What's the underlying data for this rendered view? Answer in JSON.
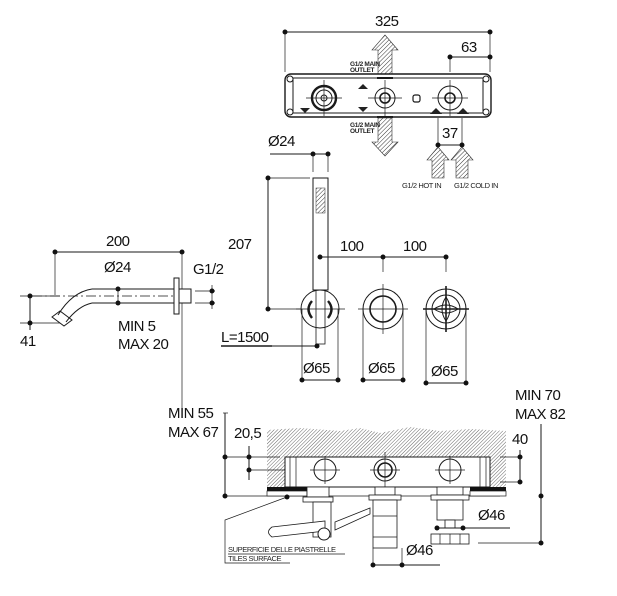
{
  "drawing": {
    "top_view": {
      "width_dim": "325",
      "offset_dim": "63",
      "inlet_spacing_dim": "37",
      "main_outlet_label_top": [
        "G1/2 MAIN",
        "OUTLET"
      ],
      "main_outlet_label_bottom": [
        "G1/2 MAIN",
        "OUTLET"
      ],
      "hot_in_label": "G1/2 HOT IN",
      "cold_in_label": "G1/2 COLD IN"
    },
    "spout_view": {
      "length_dim": "200",
      "diameter_dim": "Ø24",
      "thread_dim": "G1/2",
      "drop_dim": "41",
      "wall_range": [
        "MIN 5",
        "MAX 20"
      ]
    },
    "front_view": {
      "handshower_diameter": "Ø24",
      "handshower_height": "207",
      "spacing_1": "100",
      "spacing_2": "100",
      "hose_length": "L=1500",
      "rosette_diameters": [
        "Ø65",
        "Ø65",
        "Ø65"
      ]
    },
    "section_view": {
      "left_range": [
        "MIN 55",
        "MAX 67"
      ],
      "right_range": [
        "MIN 70",
        "MAX 82"
      ],
      "offset_dim": "20,5",
      "depth_dim": "40",
      "diverter_diameter": "Ø46",
      "handshower_holder_diameter": "Ø46",
      "tiles_label_it": "SUPERFICIE DELLE PIASTRELLE",
      "tiles_label_en": "TILES SURFACE"
    }
  },
  "colors": {
    "line": "#1a1a1a",
    "hatch": "#555555",
    "background": "#ffffff"
  }
}
